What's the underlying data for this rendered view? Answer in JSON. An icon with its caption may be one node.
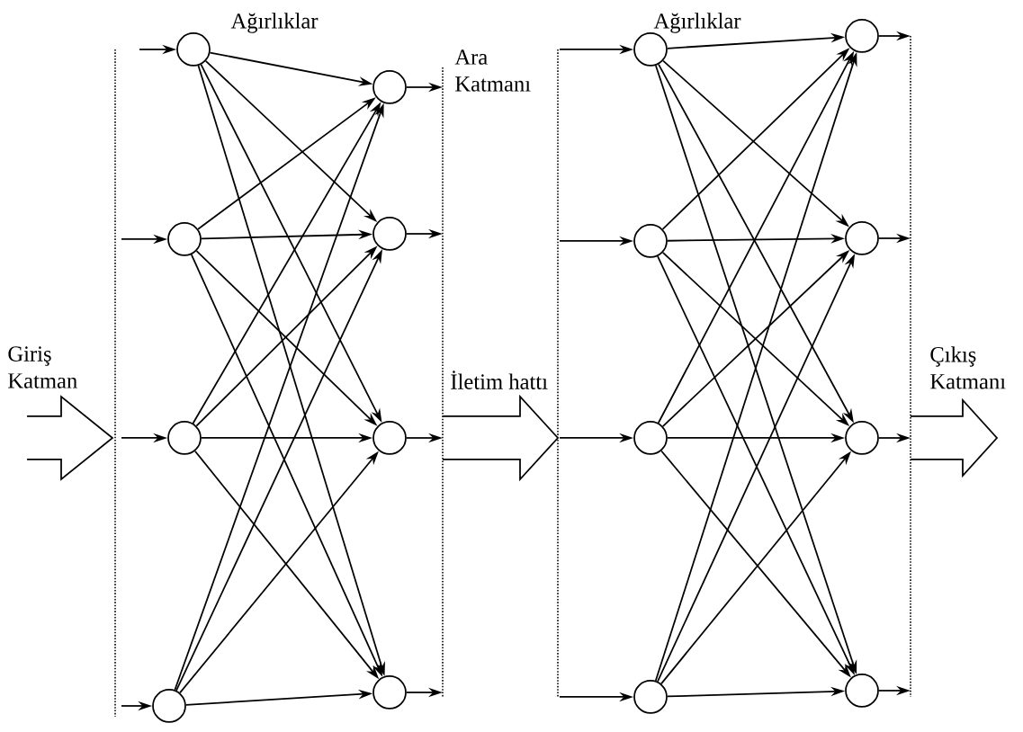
{
  "diagram": {
    "nodes": [
      {
        "text": [],
        "shape": "circle"
      },
      {
        "text": [],
        "shape": "circle"
      },
      {
        "text": [],
        "shape": "circle"
      },
      {
        "text": [],
        "shape": "circle"
      },
      {
        "text": [],
        "shape": "circle"
      },
      {
        "text": [],
        "shape": "circle"
      },
      {
        "text": [],
        "shape": "circle"
      },
      {
        "text": [],
        "shape": "circle"
      },
      {
        "text": [],
        "shape": "circle"
      },
      {
        "text": [],
        "shape": "circle"
      },
      {
        "text": [],
        "shape": "circle"
      },
      {
        "text": [],
        "shape": "circle"
      },
      {
        "text": [],
        "shape": "circle"
      },
      {
        "text": [],
        "shape": "circle"
      },
      {
        "text": [],
        "shape": "circle"
      },
      {
        "text": [],
        "shape": "circle"
      }
    ],
    "edges": [
      {
        "from": null,
        "to": 0,
        "arrow": "to"
      },
      {
        "from": null,
        "to": 1,
        "arrow": "to"
      },
      {
        "from": null,
        "to": 2,
        "arrow": "to"
      },
      {
        "from": null,
        "to": 3,
        "arrow": "to"
      },
      {
        "from": 0,
        "to": 4,
        "arrow": "to"
      },
      {
        "from": 0,
        "to": 5,
        "arrow": "to"
      },
      {
        "from": 0,
        "to": 6,
        "arrow": "to"
      },
      {
        "from": 0,
        "to": 7,
        "arrow": "to"
      },
      {
        "from": 1,
        "to": 4,
        "arrow": "to"
      },
      {
        "from": 1,
        "to": 5,
        "arrow": "to"
      },
      {
        "from": 1,
        "to": 6,
        "arrow": "to"
      },
      {
        "from": 1,
        "to": 7,
        "arrow": "to"
      },
      {
        "from": 2,
        "to": 4,
        "arrow": "to"
      },
      {
        "from": 2,
        "to": 5,
        "arrow": "to"
      },
      {
        "from": 2,
        "to": 6,
        "arrow": "to"
      },
      {
        "from": 2,
        "to": 7,
        "arrow": "to"
      },
      {
        "from": 3,
        "to": 4,
        "arrow": "to"
      },
      {
        "from": 3,
        "to": 5,
        "arrow": "to"
      },
      {
        "from": 3,
        "to": 6,
        "arrow": "to"
      },
      {
        "from": 3,
        "to": 7,
        "arrow": "to"
      },
      {
        "from": 4,
        "to": null,
        "arrow": "to"
      },
      {
        "from": 5,
        "to": null,
        "arrow": "to"
      },
      {
        "from": 6,
        "to": null,
        "arrow": "to"
      },
      {
        "from": 7,
        "to": null,
        "arrow": "to"
      },
      {
        "from": null,
        "to": 8,
        "arrow": "to"
      },
      {
        "from": null,
        "to": 9,
        "arrow": "to"
      },
      {
        "from": null,
        "to": 10,
        "arrow": "to"
      },
      {
        "from": null,
        "to": 11,
        "arrow": "to"
      },
      {
        "from": 8,
        "to": 12,
        "arrow": "to"
      },
      {
        "from": 8,
        "to": 13,
        "arrow": "to"
      },
      {
        "from": 8,
        "to": 14,
        "arrow": "to"
      },
      {
        "from": 8,
        "to": 15,
        "arrow": "to"
      },
      {
        "from": 9,
        "to": 12,
        "arrow": "to"
      },
      {
        "from": 9,
        "to": 13,
        "arrow": "to"
      },
      {
        "from": 9,
        "to": 14,
        "arrow": "to"
      },
      {
        "from": 9,
        "to": 15,
        "arrow": "to"
      },
      {
        "from": 10,
        "to": 12,
        "arrow": "to"
      },
      {
        "from": 10,
        "to": 13,
        "arrow": "to"
      },
      {
        "from": 10,
        "to": 14,
        "arrow": "to"
      },
      {
        "from": 10,
        "to": 15,
        "arrow": "to"
      },
      {
        "from": 11,
        "to": 12,
        "arrow": "to"
      },
      {
        "from": 11,
        "to": 13,
        "arrow": "to"
      },
      {
        "from": 11,
        "to": 14,
        "arrow": "to"
      },
      {
        "from": 11,
        "to": 15,
        "arrow": "to"
      },
      {
        "from": 12,
        "to": null,
        "arrow": "to"
      },
      {
        "from": 13,
        "to": null,
        "arrow": "to"
      },
      {
        "from": 14,
        "to": null,
        "arrow": "to"
      },
      {
        "from": 15,
        "to": null,
        "arrow": "to"
      }
    ],
    "labels": [
      "Ağırlıklar",
      "Ağırlıklar",
      "Ara Katmanı",
      "Giriş Katman",
      "İletim hattı",
      "Çıkış Katmanı"
    ]
  }
}
